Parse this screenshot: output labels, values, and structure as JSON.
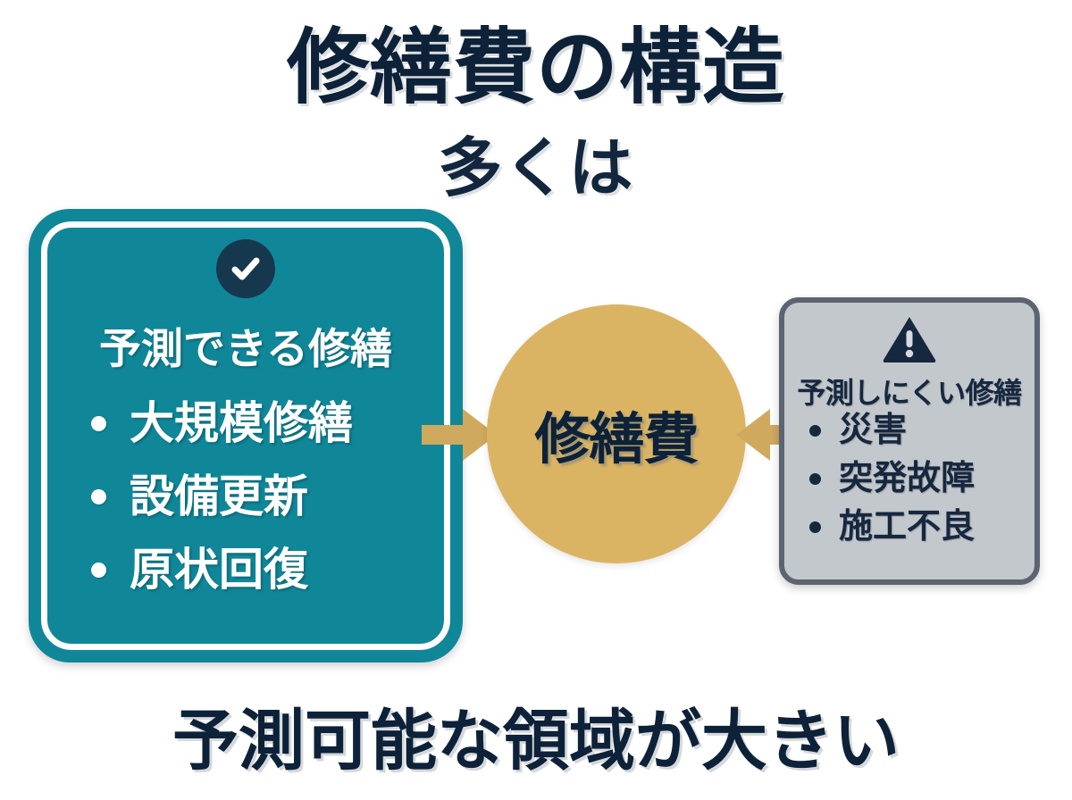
{
  "page": {
    "title": "修繕費の構造",
    "subtitle": "多くは",
    "conclusion": "予測可能な領域が大きい",
    "background_color": "#ffffff"
  },
  "colors": {
    "title_navy": "#0d2238",
    "teal_card": "#0f8799",
    "teal_card_ring": "#ffffff",
    "check_badge": "#16384f",
    "hub_gold": "#dbb463",
    "arrow_gold": "#cfa95d",
    "gray_card_fill": "#c3c8cd",
    "gray_card_border": "#5b6470",
    "gray_card_text": "#16283f"
  },
  "predictable_card": {
    "icon": "check-circle-icon",
    "heading": "予測できる修繕",
    "items": [
      {
        "label": "大規模修繕"
      },
      {
        "label": "設備更新"
      },
      {
        "label": "原状回復"
      }
    ]
  },
  "hub": {
    "label": "修繕費",
    "shape": "circle"
  },
  "arrows": {
    "left": {
      "direction": "right",
      "name": "arrow-right-icon"
    },
    "right": {
      "direction": "left",
      "name": "arrow-left-icon"
    }
  },
  "unpredictable_card": {
    "icon": "warning-triangle-icon",
    "heading": "予測しにくい修繕",
    "items": [
      {
        "label": "災害"
      },
      {
        "label": "突発故障"
      },
      {
        "label": "施工不良"
      }
    ]
  }
}
